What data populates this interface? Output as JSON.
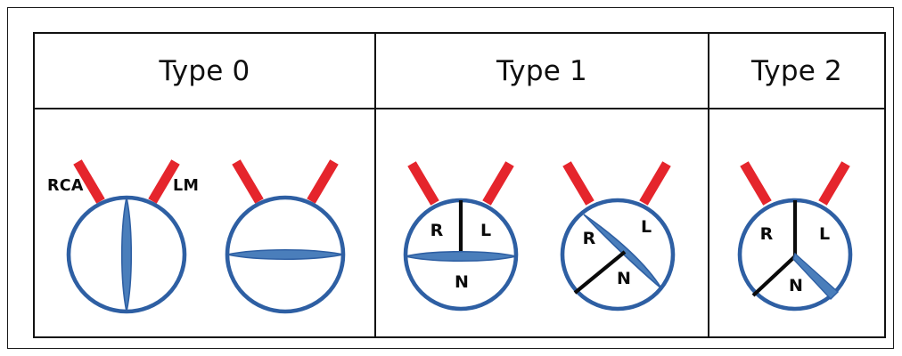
{
  "figure": {
    "kind": "bicuspid-aortic-valve-classification-table",
    "colors": {
      "annulus_blue": "#2E5FA3",
      "raphe_blue": "#4A7EBB",
      "coronary_red": "#E5252C",
      "commissure_black": "#0A0A0A",
      "frame_black": "#111111",
      "background": "#FFFFFF"
    }
  },
  "table": {
    "columns": [
      {
        "key": "type0",
        "header": "Type 0",
        "valve_count": 2
      },
      {
        "key": "type1",
        "header": "Type 1",
        "valve_count": 2
      },
      {
        "key": "type2",
        "header": "Type 2",
        "valve_count": 1
      }
    ]
  },
  "annotations": {
    "rca": "RCA",
    "lm": "LM"
  },
  "cusp_labels": {
    "right": "R",
    "left": "L",
    "non": "N"
  },
  "valves": [
    {
      "id": "type0-vertical",
      "column": "Type 0",
      "raphe_orientation": "vertical",
      "commissure_lines": 0,
      "cusp_labels": []
    },
    {
      "id": "type0-horizontal",
      "column": "Type 0",
      "raphe_orientation": "horizontal",
      "commissure_lines": 0,
      "cusp_labels": []
    },
    {
      "id": "type1-rl-fusion",
      "column": "Type 1",
      "raphe_orientation": "horizontal",
      "commissure_lines": 1,
      "cusp_labels": [
        "R",
        "L",
        "N"
      ]
    },
    {
      "id": "type1-rn-fusion",
      "column": "Type 1",
      "raphe_orientation": "diagonal",
      "commissure_lines": 1,
      "cusp_labels": [
        "R",
        "L",
        "N"
      ]
    },
    {
      "id": "type2-tricuspid",
      "column": "Type 2",
      "raphe_orientation": "radial",
      "commissure_lines": 2,
      "cusp_labels": [
        "R",
        "L",
        "N"
      ]
    }
  ]
}
